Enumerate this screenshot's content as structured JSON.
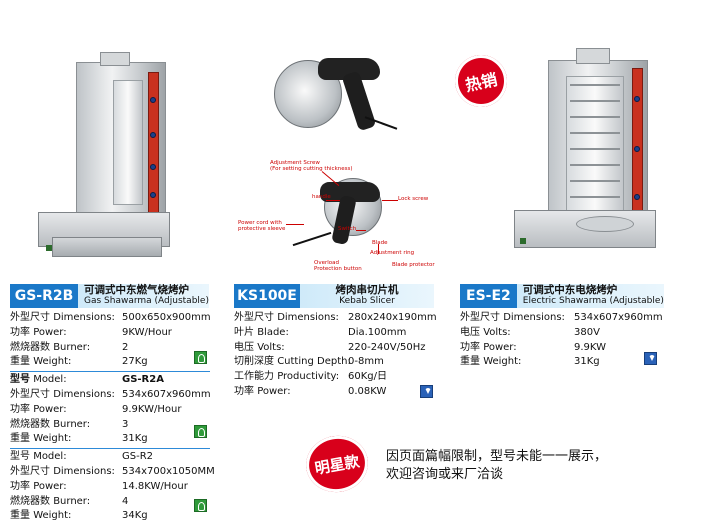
{
  "products": {
    "gs_r2b": {
      "code": "GS-R2B",
      "name_cn": "可调式中东燃气烧烤炉",
      "name_en": "Gas Shawarma (Adjustable)",
      "rows": [
        {
          "label_cn": "外型尺寸",
          "label_en": "Dimensions:",
          "value": "500x650x900mm"
        },
        {
          "label_cn": "功率",
          "label_en": "Power:",
          "value": "9KW/Hour"
        },
        {
          "label_cn": "燃烧器数",
          "label_en": "Burner:",
          "value": "2"
        },
        {
          "label_cn": "重量",
          "label_en": "Weight:",
          "value": "27Kg"
        }
      ],
      "variants": [
        {
          "rows": [
            {
              "label_cn": "型号",
              "label_en": "Model:",
              "value": "GS-R2A"
            },
            {
              "label_cn": "外型尺寸",
              "label_en": "Dimensions:",
              "value": "534x607x960mm"
            },
            {
              "label_cn": "功率",
              "label_en": "Power:",
              "value": "9.9KW/Hour"
            },
            {
              "label_cn": "燃烧器数",
              "label_en": "Burner:",
              "value": "3"
            },
            {
              "label_cn": "重量",
              "label_en": "Weight:",
              "value": "31Kg"
            }
          ]
        },
        {
          "rows": [
            {
              "label_cn": "型号",
              "label_en": "Model:",
              "value": "GS-R2"
            },
            {
              "label_cn": "外型尺寸",
              "label_en": "Dimensions:",
              "value": "534x700x1050MM"
            },
            {
              "label_cn": "功率",
              "label_en": "Power:",
              "value": "14.8KW/Hour"
            },
            {
              "label_cn": "燃烧器数",
              "label_en": "Burner:",
              "value": "4"
            },
            {
              "label_cn": "重量",
              "label_en": "Weight:",
              "value": "34Kg"
            }
          ]
        }
      ]
    },
    "ks100e": {
      "code": "KS100E",
      "name_cn": "烤肉串切片机",
      "name_en": "Kebab Slicer",
      "rows": [
        {
          "label_cn": "外型尺寸",
          "label_en": "Dimensions:",
          "value": "280x240x190mm"
        },
        {
          "label_cn": "叶片",
          "label_en": "Blade:",
          "value": "Dia.100mm"
        },
        {
          "label_cn": "电压",
          "label_en": "Volts:",
          "value": "220-240V/50Hz"
        },
        {
          "label_cn": "切削深度",
          "label_en": "Cutting Depth:",
          "value": "0-8mm"
        },
        {
          "label_cn": "工作能力",
          "label_en": "Productivity:",
          "value": "60Kg/日"
        },
        {
          "label_cn": "功率",
          "label_en": "Power:",
          "value": "0.08KW"
        }
      ],
      "annotations": {
        "adjustment_screw": "Adjustment Screw",
        "adjustment_screw_note": "(For setting cutting thickness)",
        "handle": "handle",
        "lock_screw": "Lock screw",
        "power_cord": "Power cord with",
        "power_cord_2": "protective sleeve",
        "switch": "Switch",
        "blade": "Blade",
        "adjustment_ring": "Adjustment ring",
        "overload": "Overload",
        "overload_2": "Protection button",
        "blade_protector": "Blade protector"
      }
    },
    "es_e2": {
      "code": "ES-E2",
      "name_cn": "可调式中东电烧烤炉",
      "name_en": "Electric Shawarma (Adjustable)",
      "rows": [
        {
          "label_cn": "外型尺寸",
          "label_en": "Dimensions:",
          "value": "534x607x960mm"
        },
        {
          "label_cn": "电压",
          "label_en": "Volts:",
          "value": "380V"
        },
        {
          "label_cn": "功率",
          "label_en": "Power:",
          "value": "9.9KW"
        },
        {
          "label_cn": "重量",
          "label_en": "Weight:",
          "value": "31Kg"
        }
      ]
    }
  },
  "stamps": {
    "hot": "热销",
    "star": "明星款"
  },
  "note": {
    "line1": "因页面篇幅限制，型号未能一一展示，",
    "line2": "欢迎咨询或来厂洽谈"
  },
  "colors": {
    "accent": "#1a78c8",
    "stamp": "#d8001b",
    "light": "#cfeaf9"
  }
}
